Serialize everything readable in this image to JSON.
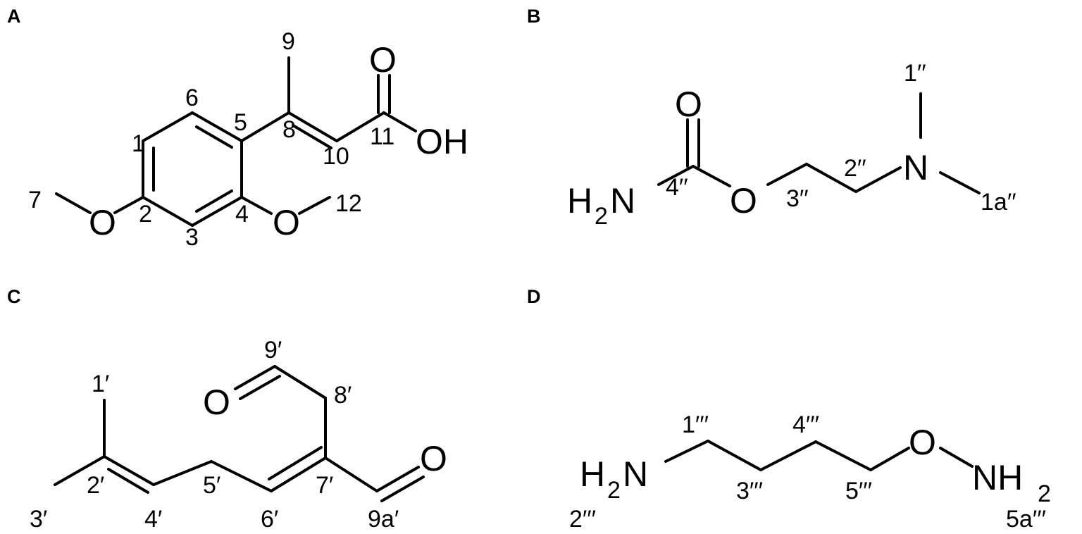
{
  "panels": {
    "A": {
      "letter": "A",
      "numbers": [
        "9",
        "6",
        "5",
        "8",
        "1",
        "11",
        "10",
        "7",
        "2",
        "4",
        "12",
        "3"
      ],
      "atoms": {
        "o_carbonyl": "O",
        "oh": "OH",
        "o_left": "O",
        "o_right": "O"
      }
    },
    "B": {
      "letter": "B",
      "numbers": [
        "1′′",
        "2′′",
        "4′′",
        "3′′",
        "1a′′"
      ],
      "atoms": {
        "o_carbonyl": "O",
        "h": "H",
        "sub2": "2",
        "n_amine": "N",
        "o_ester": "O",
        "n_dimethyl": "N"
      }
    },
    "C": {
      "letter": "C",
      "numbers": [
        "9′",
        "1′",
        "8′",
        "2′",
        "5′",
        "7′",
        "9a′",
        "3′",
        "4′",
        "6′"
      ],
      "atoms": {
        "o_left": "O",
        "o_right": "O"
      }
    },
    "D": {
      "letter": "D",
      "numbers": [
        "1′′′",
        "4′′′",
        "3′′′",
        "5′′′",
        "2′′′",
        "5a′′′"
      ],
      "atoms": {
        "h_left": "H",
        "sub_left": "2",
        "n_left": "N",
        "o": "O",
        "nh": "NH",
        "sub_right": "2"
      }
    }
  }
}
